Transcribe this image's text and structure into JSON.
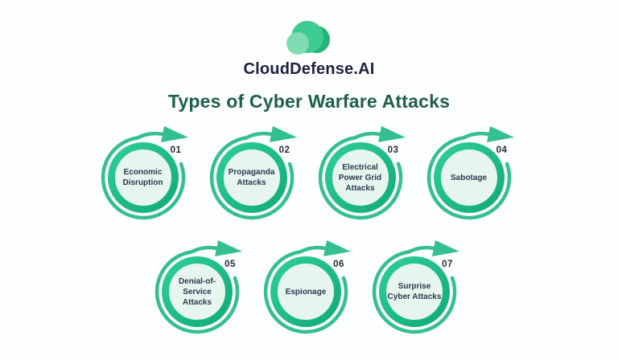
{
  "logo": {
    "brand": "CloudDefense.AI",
    "icon": "cloud-logo-icon",
    "colors": {
      "cloud_main": "#3ecb92",
      "cloud_light": "#7edcb0",
      "cloud_dark": "#25b577",
      "brand_text": "#1e2040"
    }
  },
  "title": "Types of Cyber Warfare Attacks",
  "attacks": [
    {
      "number": "01",
      "label": "Economic Disruption"
    },
    {
      "number": "02",
      "label": "Propaganda Attacks"
    },
    {
      "number": "03",
      "label": "Electrical Power Grid Attacks"
    },
    {
      "number": "04",
      "label": "Sabotage"
    },
    {
      "number": "05",
      "label": "Denial-of-Service Attacks"
    },
    {
      "number": "06",
      "label": "Espionage"
    },
    {
      "number": "07",
      "label": "Surprise Cyber Attacks"
    }
  ],
  "colors": {
    "background": "#fdfefe",
    "title_green": "#1d5f4a",
    "swirl_green": "#34c08e",
    "ring_green_light": "#2ecd9a",
    "ring_green_dark": "#10ab79",
    "disc_fill_mint": "#e6f6ee",
    "number_text": "#222b3a",
    "label_text": "#2c3850"
  }
}
